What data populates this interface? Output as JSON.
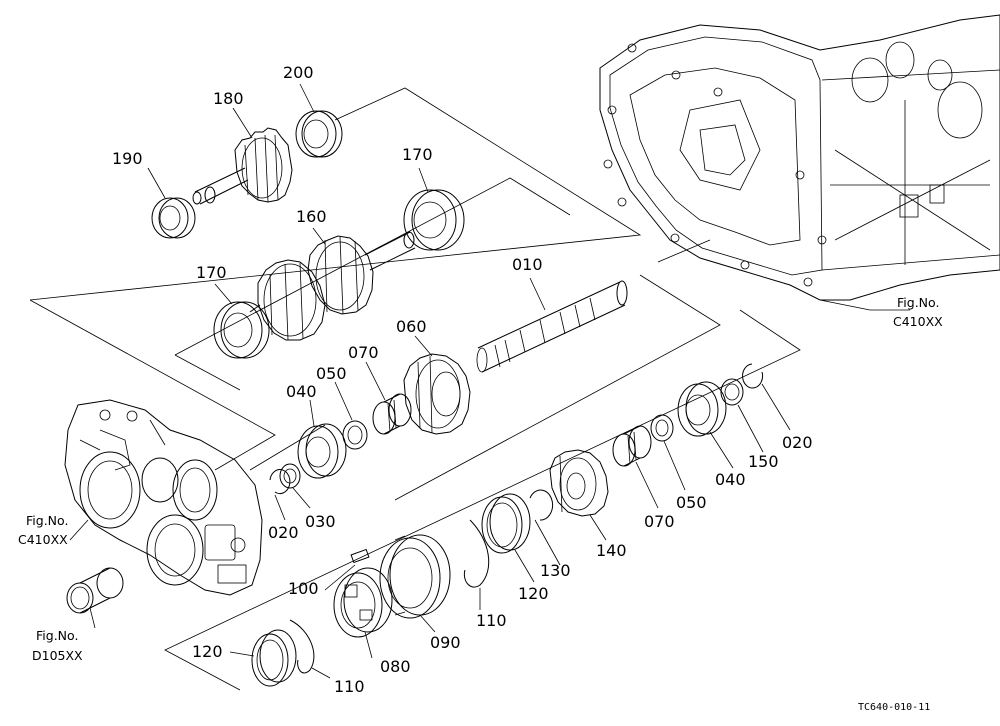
{
  "labels": {
    "p200": "200",
    "p180": "180",
    "p190": "190",
    "p170a": "170",
    "p160": "160",
    "p170b": "170",
    "p010": "010",
    "p060": "060",
    "p070a": "070",
    "p050a": "050",
    "p040a": "040",
    "p020a": "020",
    "p030": "030",
    "p020b": "020",
    "p150": "150",
    "p040b": "040",
    "p050b": "050",
    "p070b": "070",
    "p140": "140",
    "p130": "130",
    "p120a": "120",
    "p110a": "110",
    "p090": "090",
    "p100": "100",
    "p080": "080",
    "p110b": "110",
    "p120b": "120"
  },
  "references": {
    "right": {
      "fig": "Fig.No.",
      "code": "C410XX"
    },
    "left": {
      "fig": "Fig.No.",
      "code": "C410XX"
    },
    "bottom": {
      "fig": "Fig.No.",
      "code": "D105XX"
    }
  },
  "drawing_code": "TC640-010-11"
}
